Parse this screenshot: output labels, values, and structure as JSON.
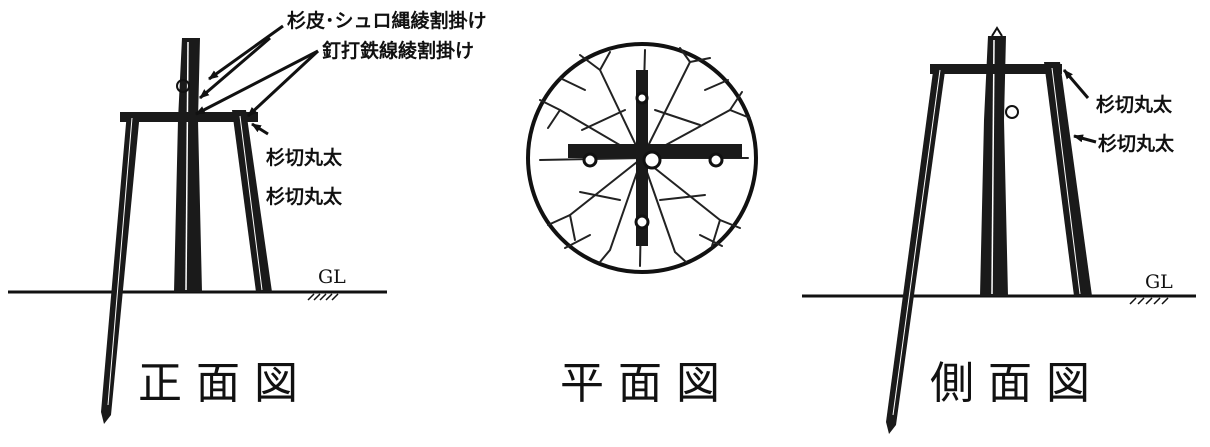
{
  "front_view": {
    "label_bark_rope": "杉皮･シュロ縄綾割掛け",
    "label_nail_wire": "釘打鉄線綾割掛け",
    "label_log_1": "杉切丸太",
    "label_log_2": "杉切丸太",
    "ground_label": "GL",
    "caption": "正 面 図"
  },
  "plan_view": {
    "caption": "平 面 図"
  },
  "side_view": {
    "label_log_1": "杉切丸太",
    "label_log_2": "杉切丸太",
    "ground_label": "GL",
    "caption": "側 面 図"
  }
}
